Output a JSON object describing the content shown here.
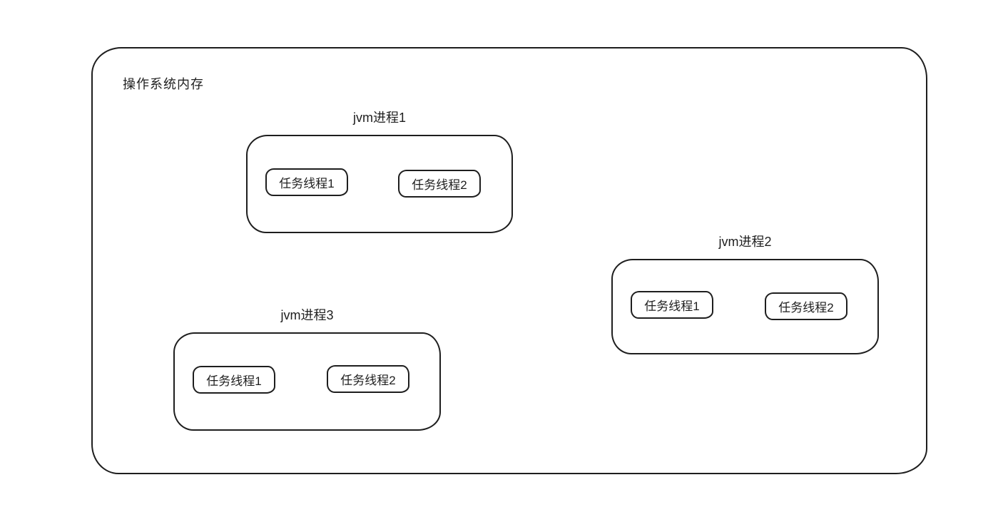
{
  "diagram": {
    "type": "nested-container-diagram",
    "os_box": {
      "label": "操作系统内存"
    },
    "processes": [
      {
        "label": "jvm进程1",
        "threads": [
          "任务线程1",
          "任务线程2"
        ]
      },
      {
        "label": "jvm进程2",
        "threads": [
          "任务线程1",
          "任务线程2"
        ]
      },
      {
        "label": "jvm进程3",
        "threads": [
          "任务线程1",
          "任务线程2"
        ]
      }
    ],
    "colors": {
      "stroke": "#1e1e1e",
      "background": "#ffffff"
    }
  }
}
